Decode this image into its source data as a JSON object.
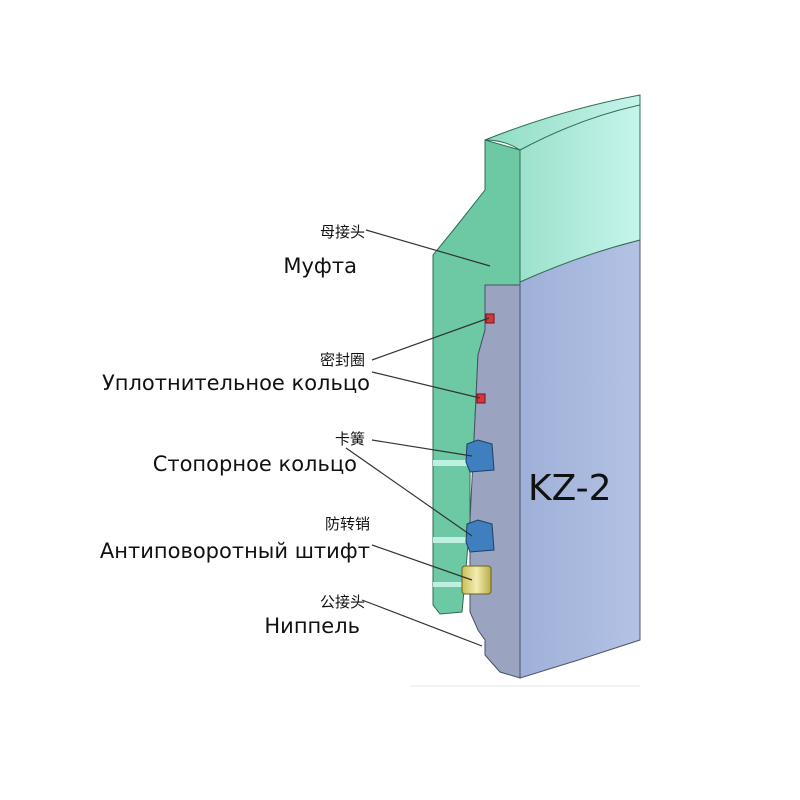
{
  "diagram": {
    "model_label": "KZ-2",
    "parts": [
      {
        "cn": "母接头",
        "ru": "Муфта"
      },
      {
        "cn": "密封圈",
        "ru": "Уплотнительное кольцо"
      },
      {
        "cn": "卡簧",
        "ru": "Стопорное кольцо"
      },
      {
        "cn": "防转销",
        "ru": "Антиповоротный штифт"
      },
      {
        "cn": "公接头",
        "ru": "Ниппель"
      }
    ],
    "colors": {
      "coupling": "#6cc9a4",
      "coupling_top": "#a8ead8",
      "pin_section": "#9aa3bf",
      "bore": "#aab8dc",
      "seal": "#d8363e",
      "lock_ring": "#3f7fbf",
      "anti_rotation_pin": "#e6dc8c"
    }
  }
}
